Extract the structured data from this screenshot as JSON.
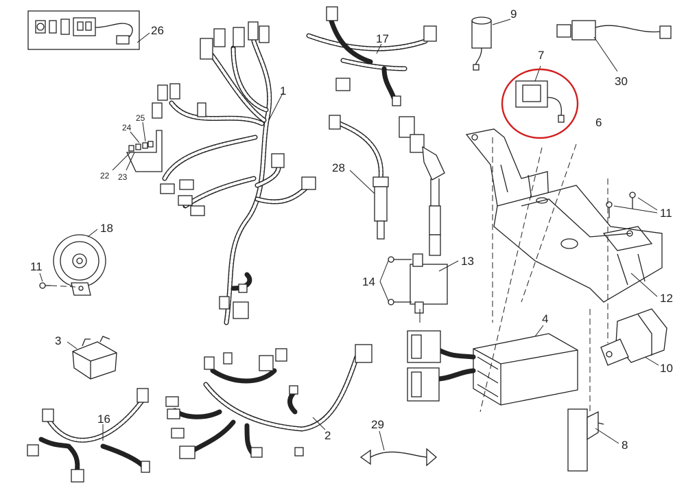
{
  "callouts": [
    {
      "id": "1",
      "label": "1"
    },
    {
      "id": "2",
      "label": "2"
    },
    {
      "id": "3",
      "label": "3"
    },
    {
      "id": "4",
      "label": "4"
    },
    {
      "id": "6",
      "label": "6"
    },
    {
      "id": "7",
      "label": "7"
    },
    {
      "id": "8",
      "label": "8"
    },
    {
      "id": "9",
      "label": "9"
    },
    {
      "id": "10",
      "label": "10"
    },
    {
      "id": "11a",
      "label": "11"
    },
    {
      "id": "11b",
      "label": "11"
    },
    {
      "id": "12",
      "label": "12"
    },
    {
      "id": "13",
      "label": "13"
    },
    {
      "id": "14",
      "label": "14"
    },
    {
      "id": "16",
      "label": "16"
    },
    {
      "id": "17",
      "label": "17"
    },
    {
      "id": "18",
      "label": "18"
    },
    {
      "id": "22",
      "label": "22"
    },
    {
      "id": "23",
      "label": "23"
    },
    {
      "id": "24",
      "label": "24"
    },
    {
      "id": "25",
      "label": "25"
    },
    {
      "id": "26",
      "label": "26"
    },
    {
      "id": "28",
      "label": "28"
    },
    {
      "id": "29",
      "label": "29"
    },
    {
      "id": "30",
      "label": "30"
    }
  ],
  "highlight": {
    "target": "7",
    "color": "#d11f1f"
  },
  "colors": {
    "line": "#222222",
    "background": "#ffffff"
  }
}
